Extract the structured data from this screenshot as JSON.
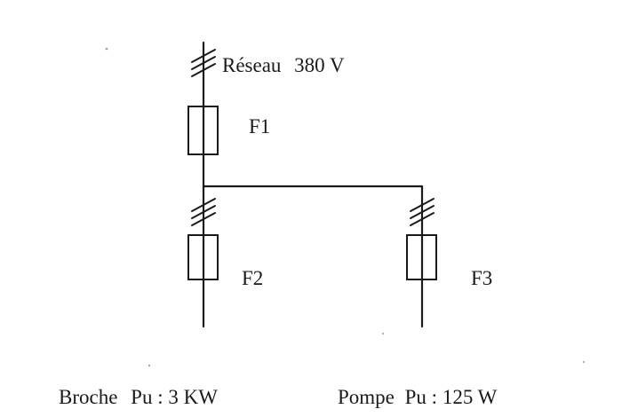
{
  "supply": {
    "label": "Réseau",
    "voltage": "380 V"
  },
  "fuses": [
    {
      "id": "F1"
    },
    {
      "id": "F2"
    },
    {
      "id": "F3"
    }
  ],
  "loads": [
    {
      "name": "Broche",
      "power_label": "Pu : 3 KW"
    },
    {
      "name": "Pompe",
      "power_label": "Pu : 125 W"
    }
  ],
  "colors": {
    "line": "#1a1a1a",
    "background": "#ffffff"
  }
}
